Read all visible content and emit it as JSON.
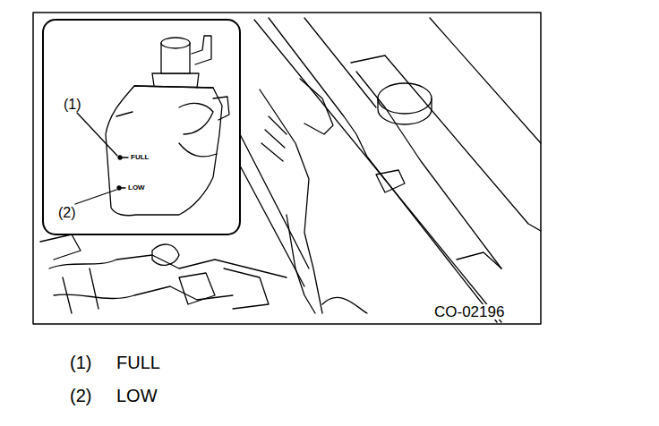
{
  "diagram": {
    "labels": [
      "(1)",
      "(2)",
      "FULL",
      "LOW",
      "CO-02196",
      "(1)",
      "FULL",
      "(2)",
      "LOW"
    ]
  }
}
